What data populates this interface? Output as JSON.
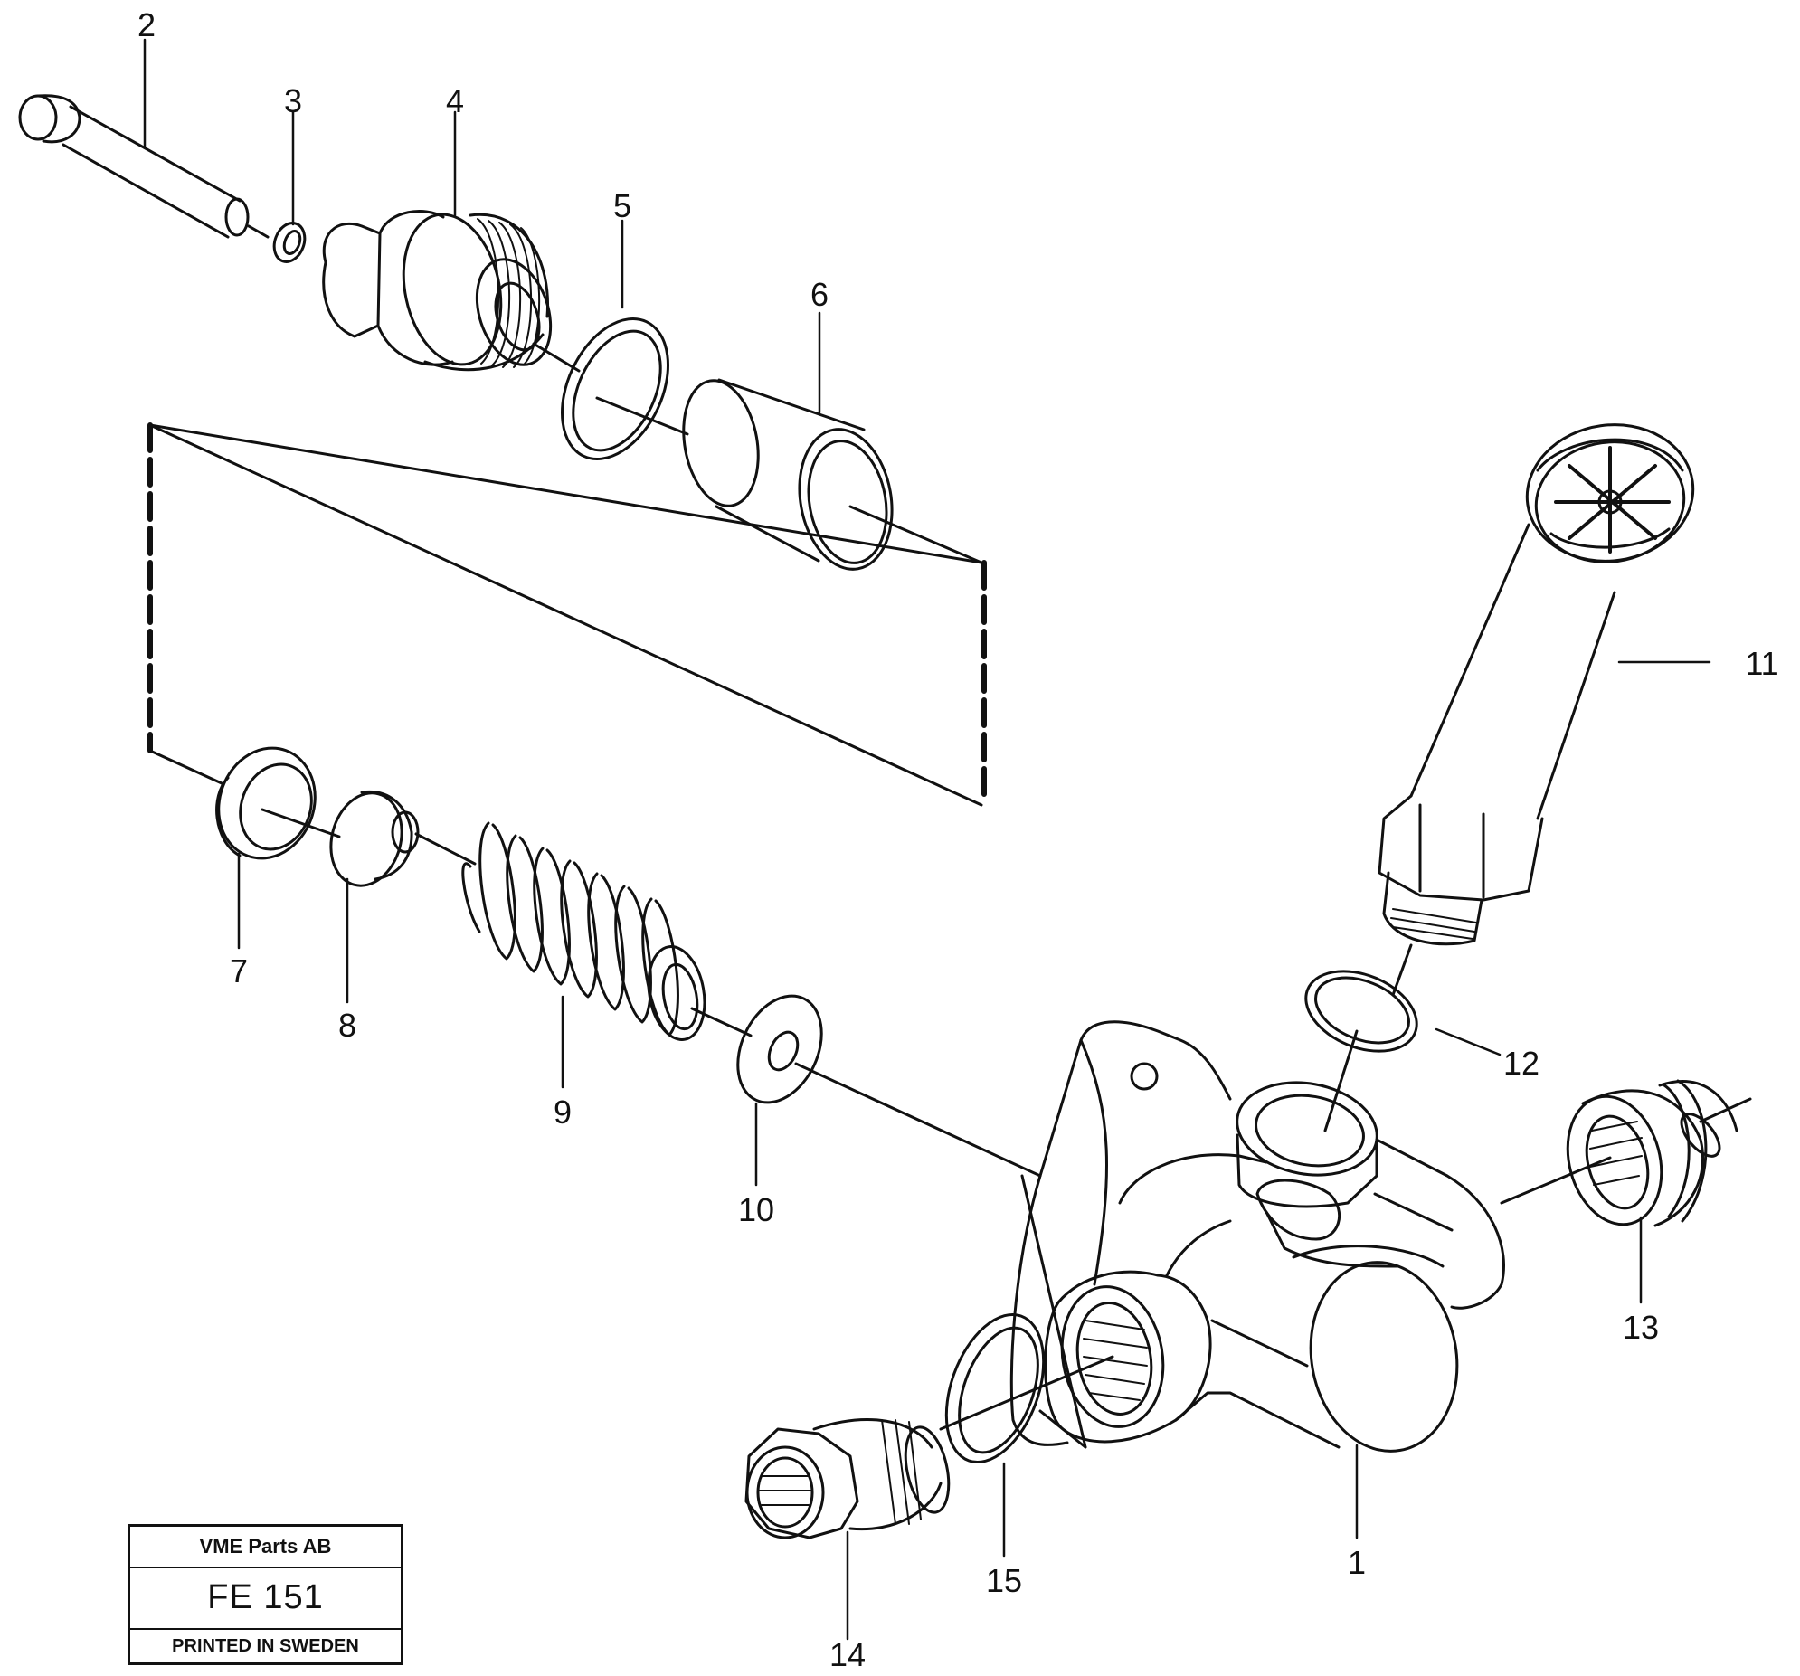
{
  "callouts": [
    "1",
    "2",
    "3",
    "4",
    "5",
    "6",
    "7",
    "8",
    "9",
    "10",
    "11",
    "12",
    "13",
    "14",
    "15"
  ],
  "stamp": {
    "company": "VME Parts AB",
    "code": "FE 151",
    "printed": "PRINTED IN SWEDEN"
  }
}
